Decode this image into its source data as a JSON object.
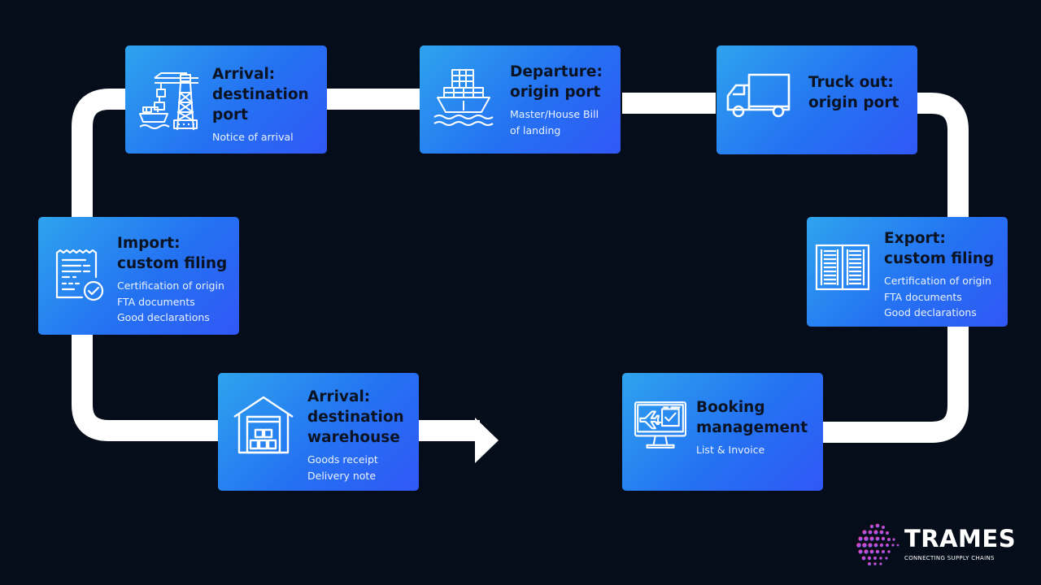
{
  "colors": {
    "background": "#060d1a",
    "track": "#ffffff",
    "card_gradient": [
      "#2ea3ee",
      "#2472f2",
      "#3158f6"
    ],
    "title_text": "#0b1222",
    "desc_text": "#eaf2ff"
  },
  "steps": [
    {
      "id": "booking",
      "icon": "monitor-booking-icon",
      "title": [
        "Booking",
        "management"
      ],
      "desc": [
        "List & Invoice"
      ]
    },
    {
      "id": "export",
      "icon": "document-book-icon",
      "title": [
        "Export:",
        "custom filing"
      ],
      "desc": [
        "Certification of origin",
        "FTA documents",
        "Good declarations"
      ]
    },
    {
      "id": "truck",
      "icon": "truck-icon",
      "title": [
        "Truck out:",
        "origin port"
      ],
      "desc": []
    },
    {
      "id": "departure",
      "icon": "container-ship-icon",
      "title": [
        "Departure:",
        "origin port"
      ],
      "desc": [
        "Master/House Bill",
        "of landing"
      ]
    },
    {
      "id": "arrival-port",
      "icon": "port-crane-icon",
      "title": [
        "Arrival:",
        "destination",
        "port"
      ],
      "desc": [
        "Notice of arrival"
      ]
    },
    {
      "id": "import",
      "icon": "document-check-icon",
      "title": [
        "Import:",
        "custom filing"
      ],
      "desc": [
        "Certification of origin",
        "FTA documents",
        "Good declarations"
      ]
    },
    {
      "id": "arrival-warehouse",
      "icon": "warehouse-icon",
      "title": [
        "Arrival:",
        "destination",
        "warehouse"
      ],
      "desc": [
        "Goods receipt",
        "Delivery note"
      ]
    }
  ],
  "logo": {
    "name": "TRAMES",
    "tagline": "CONNECTING SUPPLY CHAINS",
    "icon": "trames-sphere-icon"
  }
}
